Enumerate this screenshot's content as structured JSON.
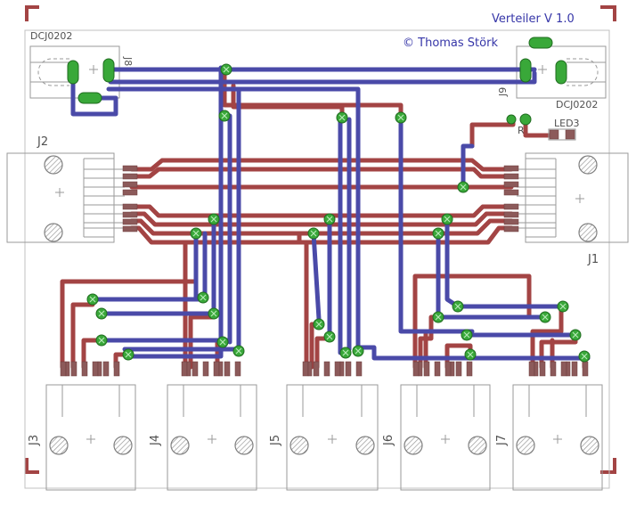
{
  "title": "Verteiler V 1.0",
  "author": "© Thomas Störk",
  "labels": {
    "dcj_left": "DCJ0202",
    "dcj_right": "DCJ0202",
    "j8": "J8",
    "j9": "J9",
    "j1": "J1",
    "j2": "J2",
    "j3": "J3",
    "j4": "J4",
    "j5": "J5",
    "j6": "J6",
    "j7": "J7",
    "led3": "LED3",
    "r": "R"
  },
  "colors": {
    "top_copper": "#4a4aa8",
    "bottom_copper": "#a34444",
    "via": "#39a839",
    "outline": "#9a9a9a",
    "corner_marks": "#a34444"
  }
}
